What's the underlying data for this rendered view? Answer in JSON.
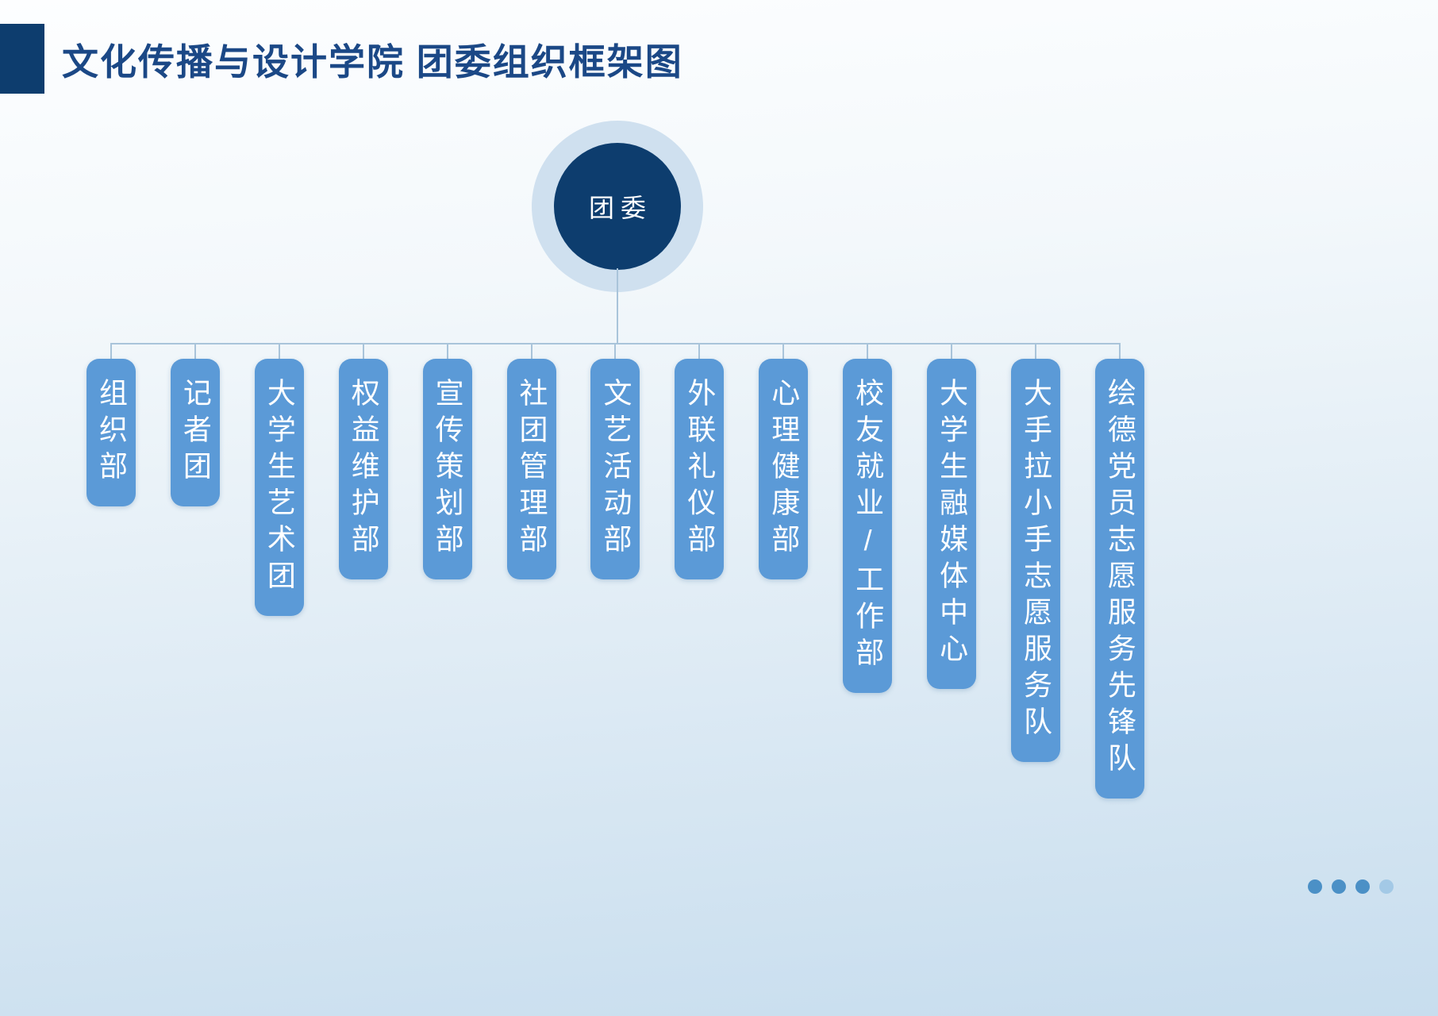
{
  "title": "文化传播与设计学院 团委组织框架图",
  "root": {
    "label": "团委"
  },
  "departments": [
    "组织部",
    "记者团",
    "大学生艺术团",
    "权益维护部",
    "宣传策划部",
    "社团管理部",
    "文艺活动部",
    "外联礼仪部",
    "心理健康部",
    "校友就业/工作部",
    "大学生融媒体中心",
    "大手拉小手志愿服务队",
    "绘德党员志愿服务先锋队"
  ],
  "pagination": {
    "dot_count": 4,
    "active_dots": 3
  },
  "colors": {
    "title_text": "#1b4886",
    "accent_square": "#0d3d6e",
    "root_circle": "#0d3d6e",
    "root_halo": "#cfe0ef",
    "pill": "#5b9ad7",
    "pill_text": "#ffffff",
    "connector": "#a9c4da",
    "dot_active": "#4b90c6",
    "dot_inactive": "#a3c9e6",
    "background_top": "#fdfeff",
    "background_bottom": "#c7ddee"
  }
}
